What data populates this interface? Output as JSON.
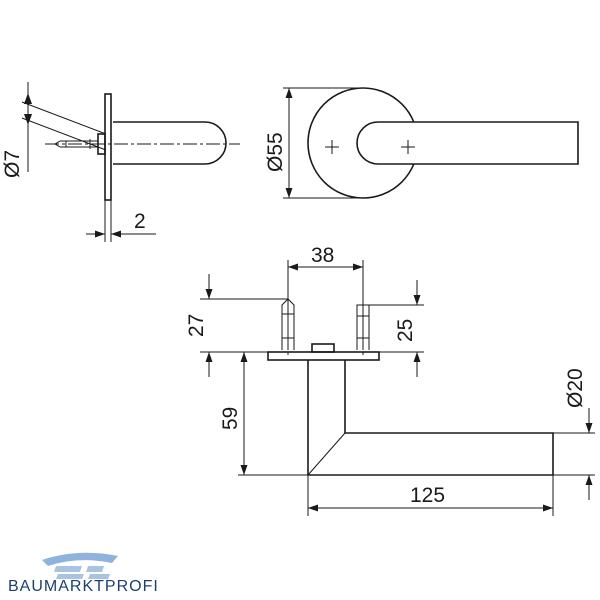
{
  "dimensions": {
    "side_pin_diameter": "Ø7",
    "rose_thickness": "2",
    "rose_diameter": "Ø55",
    "pin_spacing": "38",
    "pin_length_left": "27",
    "pin_length_right": "25",
    "lever_height": "59",
    "lever_diameter": "Ø20",
    "lever_length": "125"
  },
  "brand": {
    "name": "BAUMARKTPROFI",
    "color_dark": "#1c3f6e",
    "color_light": "#8fb3dc"
  },
  "line_color": "#1a1a1a"
}
